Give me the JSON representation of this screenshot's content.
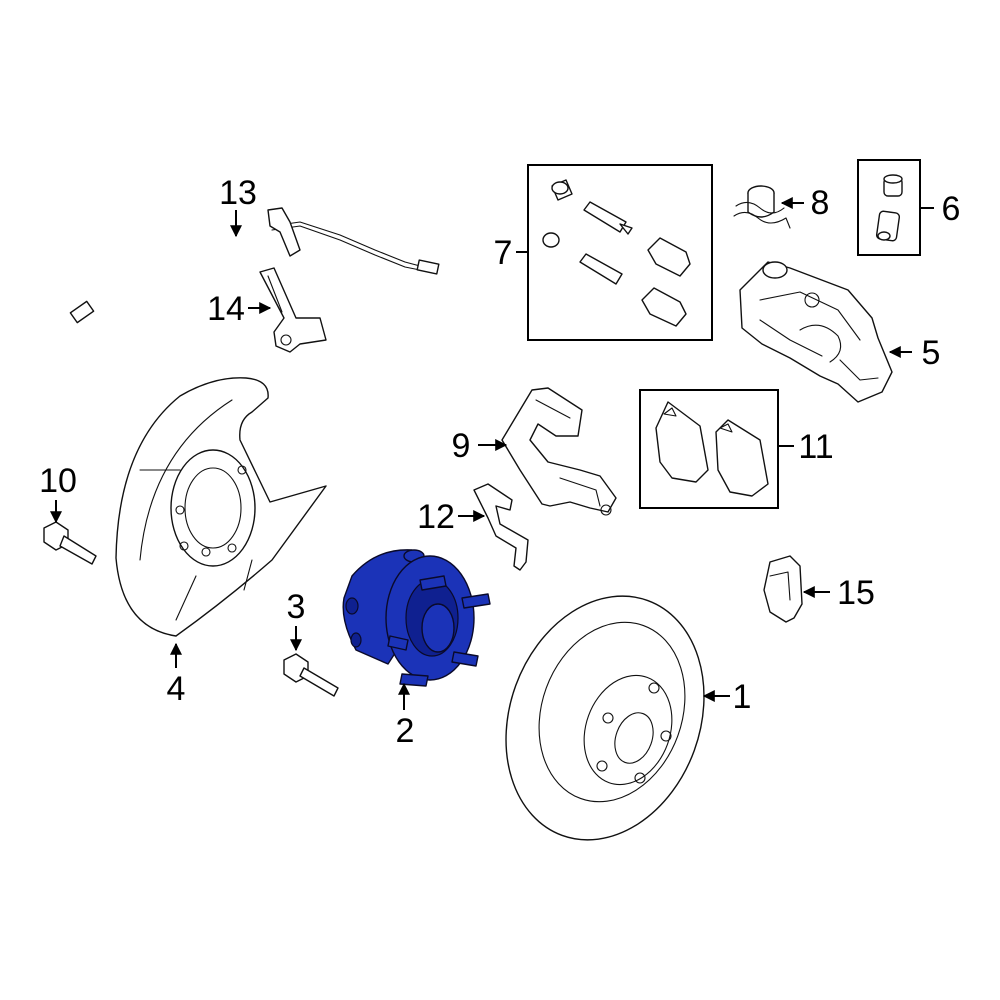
{
  "accent_color": "#1b33b8",
  "highlighted_part": "2",
  "callouts": {
    "c1": "1",
    "c2": "2",
    "c3": "3",
    "c4": "4",
    "c5": "5",
    "c6": "6",
    "c7": "7",
    "c8": "8",
    "c9": "9",
    "c10": "10",
    "c11": "11",
    "c12": "12",
    "c13": "13",
    "c14": "14",
    "c15": "15"
  }
}
